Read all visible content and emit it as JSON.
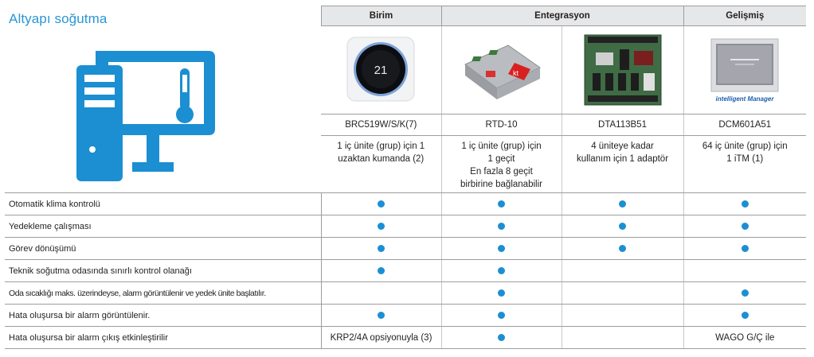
{
  "title": "Altyapı soğutma",
  "groups": [
    "Birim",
    "Entegrasyon",
    "Gelişmiş"
  ],
  "products": [
    {
      "model": "BRC519W/S/K(7)",
      "image": "thermostat-unit-image",
      "display": "21",
      "desc": [
        "1 iç ünite (grup) için 1",
        "uzaktan kumanda (2)"
      ]
    },
    {
      "model": "RTD-10",
      "image": "interface-module-image",
      "desc": [
        "1 iç ünite (grup) için",
        "1 geçit",
        "En fazla 8 geçit",
        "birbirine bağlanabilir"
      ]
    },
    {
      "model": "DTA113B51",
      "image": "circuit-board-image",
      "desc": [
        "4 üniteye kadar",
        "kullanım için 1 adaptör"
      ]
    },
    {
      "model": "DCM601A51",
      "image": "touchscreen-controller-image",
      "brand": "intelligent Manager",
      "desc": [
        "64 iç ünite (grup) için",
        "1 iTM (1)"
      ]
    }
  ],
  "features": [
    {
      "label": "Otomatik klima kontrolü",
      "cells": [
        "dot",
        "dot",
        "dot",
        "dot"
      ]
    },
    {
      "label": "Yedekleme çalışması",
      "cells": [
        "dot",
        "dot",
        "dot",
        "dot"
      ]
    },
    {
      "label": "Görev dönüşümü",
      "cells": [
        "dot",
        "dot",
        "dot",
        "dot"
      ]
    },
    {
      "label": "Teknik soğutma odasında sınırlı kontrol olanağı",
      "cells": [
        "dot",
        "dot",
        "",
        ""
      ]
    },
    {
      "label": "Oda sıcaklığı maks. üzerindeyse, alarm görüntülenir ve yedek ünite başlatılır.",
      "cells": [
        "",
        "dot",
        "",
        "dot"
      ]
    },
    {
      "label": "Hata oluşursa bir alarm görüntülenir.",
      "cells": [
        "dot",
        "dot",
        "",
        "dot"
      ]
    },
    {
      "label": "Hata oluşursa bir alarm çıkış etkinleştirilir",
      "cells": [
        "KRP2/4A opsiyonuyla (3)",
        "dot",
        "",
        "WAGO G/Ç ile"
      ]
    }
  ],
  "colors": {
    "accent": "#2a96d4",
    "dot": "#1c8fd3",
    "header_bg": "#e6e7e8",
    "icon": "#1b8fd2"
  }
}
